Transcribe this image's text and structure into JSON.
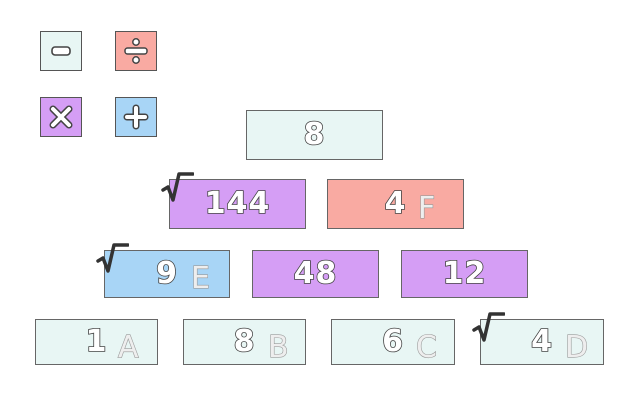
{
  "colors": {
    "subtract": "#e8f6f4",
    "divide": "#f9aaa2",
    "multiply": "#d59ef5",
    "add": "#a8d5f6",
    "border": "#666666"
  },
  "legend": [
    {
      "op": "subtract",
      "icon": "minus-icon"
    },
    {
      "op": "divide",
      "icon": "divide-icon"
    },
    {
      "op": "multiply",
      "icon": "times-icon"
    },
    {
      "op": "add",
      "icon": "plus-icon"
    }
  ],
  "pyramid": {
    "top": {
      "value": "8",
      "op": "subtract"
    },
    "row2": [
      {
        "value": "144",
        "op": "multiply",
        "root": true,
        "letter": ""
      },
      {
        "value": "4",
        "op": "divide",
        "root": false,
        "letter": "F"
      }
    ],
    "row3": [
      {
        "value": "9",
        "op": "add",
        "root": true,
        "letter": "E"
      },
      {
        "value": "48",
        "op": "multiply",
        "root": false,
        "letter": ""
      },
      {
        "value": "12",
        "op": "multiply",
        "root": false,
        "letter": ""
      }
    ],
    "base": [
      {
        "value": "1",
        "letter": "A",
        "root": false
      },
      {
        "value": "8",
        "letter": "B",
        "root": false
      },
      {
        "value": "6",
        "letter": "C",
        "root": false
      },
      {
        "value": "4",
        "letter": "D",
        "root": true
      }
    ]
  }
}
